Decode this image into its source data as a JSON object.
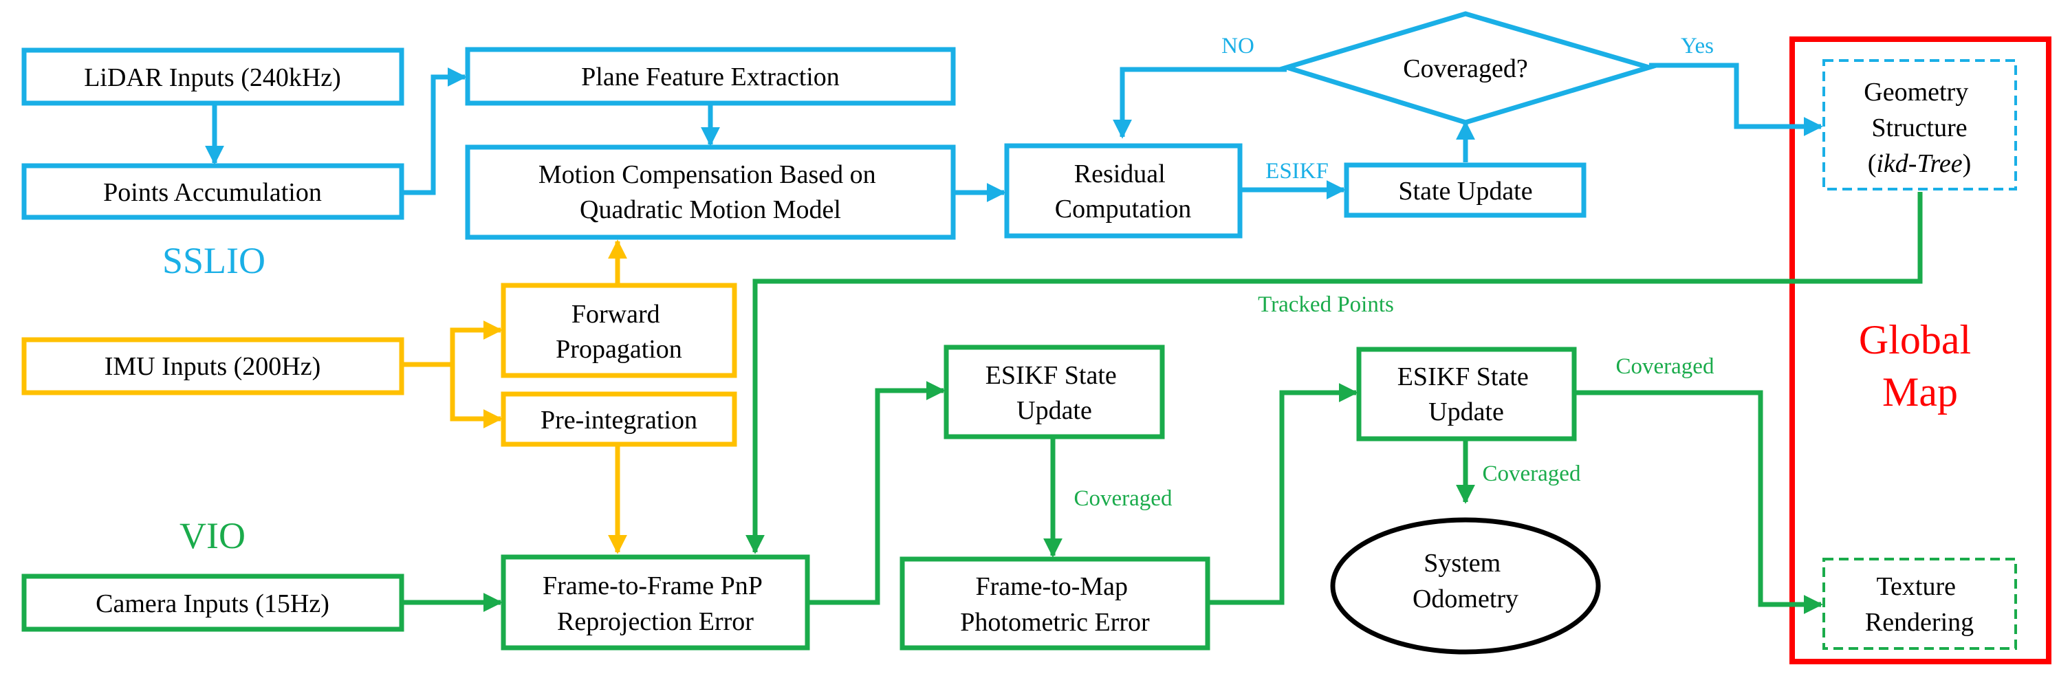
{
  "colors": {
    "sslio": "#1aafe6",
    "imu": "#ffc000",
    "vio": "#1aab4b",
    "map": "#ff0000",
    "text": "#000000"
  },
  "sections": {
    "sslio": "SSLIO",
    "vio": "VIO",
    "global_map": [
      "Global",
      "Map"
    ]
  },
  "nodes": {
    "lidar_inputs": [
      "LiDAR Inputs (240kHz)"
    ],
    "points_accumulation": [
      "Points Accumulation"
    ],
    "plane_feature_extraction": [
      "Plane Feature Extraction"
    ],
    "motion_compensation": [
      "Motion Compensation Based on",
      "Quadratic Motion Model"
    ],
    "residual_computation": [
      "Residual",
      "Computation"
    ],
    "coveraged_decision": [
      "Coveraged?"
    ],
    "state_update": [
      "State Update"
    ],
    "geometry_structure": {
      "line1": "Geometry",
      "line2": "Structure",
      "line3_open": "(",
      "line3_italic": "ikd-Tree",
      "line3_close": ")"
    },
    "imu_inputs": [
      "IMU Inputs (200Hz)"
    ],
    "forward_propagation": [
      "Forward",
      "Propagation"
    ],
    "pre_integration": [
      "Pre-integration"
    ],
    "camera_inputs": [
      "Camera Inputs (15Hz)"
    ],
    "frame_to_frame": [
      "Frame-to-Frame PnP",
      "Reprojection Error"
    ],
    "esikf_update_1": [
      "ESIKF State",
      "Update"
    ],
    "frame_to_map": [
      "Frame-to-Map",
      "Photometric Error"
    ],
    "esikf_update_2": [
      "ESIKF State",
      "Update"
    ],
    "system_odometry": [
      "System",
      "Odometry"
    ],
    "texture_rendering": [
      "Texture",
      "Rendering"
    ]
  },
  "edge_labels": {
    "no": "NO",
    "yes": "Yes",
    "esikf": "ESIKF",
    "tracked_points": "Tracked Points",
    "coveraged_1": "Coveraged",
    "coveraged_2": "Coveraged",
    "coveraged_3": "Coveraged"
  }
}
